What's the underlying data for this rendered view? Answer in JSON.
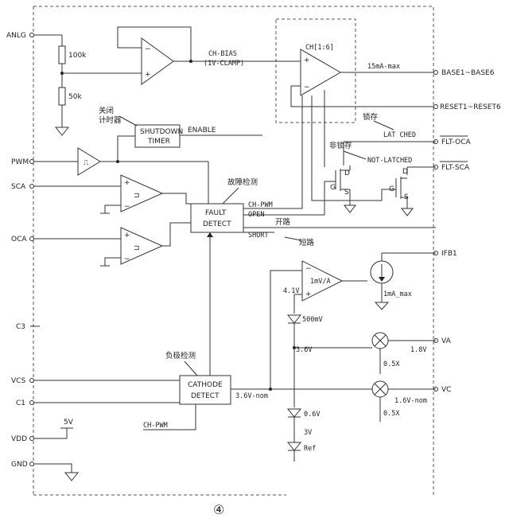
{
  "pins_left": {
    "anlg": "ANLG",
    "pwm": "PWM",
    "sca": "SCA",
    "oca": "OCA",
    "c3": "C3",
    "vcs": "VCS",
    "c1": "C1",
    "vdd": "VDD",
    "gnd": "GND"
  },
  "pins_right": {
    "base": "BASE1~BASE6",
    "reset": "RESET1~RESET6",
    "flt_oca": "FLT-OCA",
    "flt_sca": "FLT-SCA",
    "ifb1": "IFB1",
    "va": "VA",
    "vc": "VC"
  },
  "resistors": {
    "r1": "100k",
    "r2": "50k"
  },
  "ch_bias": {
    "line1": "CH-BIAS",
    "line2": "(1V-CLAMP)"
  },
  "ch_block": {
    "label": "CH[1:6]",
    "current": "15mA-max"
  },
  "latch": {
    "cn": "锁存",
    "en": "LAT CHED"
  },
  "non_latch": {
    "cn": "非锁存",
    "en": "NOT-LATCHED"
  },
  "shutdown": {
    "cn_line1": "关闭",
    "cn_line2": "计时器",
    "line1": "SHUTDOWN",
    "line2": "TIMER",
    "enable": "ENABLE"
  },
  "fault": {
    "cn": "故障检测",
    "line1": "FAULT",
    "line2": "DETECT",
    "ch_pwm": "CH-PWM",
    "open": "OPEN",
    "open_cn": "开路",
    "short": "SHORT",
    "short_cn": "短路"
  },
  "cathode": {
    "cn": "负极检测",
    "line1": "CATHODE",
    "line2": "DETECT",
    "vnom": "3.6V-nom",
    "ch_pwm": "CH-PWM"
  },
  "amp": {
    "label": "1mV/A",
    "imax": "1mA_max"
  },
  "refs": {
    "v41": "4.1V",
    "mv500": "500mV",
    "v36": "3.6V",
    "v06": "0.6V",
    "v3": "3V",
    "ref": "Ref"
  },
  "mults": {
    "va_v": "1.8V",
    "va_k": "0.5X",
    "vc_v": "1.6V-nom",
    "vc_k": "0.5X"
  },
  "vdd_supply": "5V",
  "fet": {
    "d": "D",
    "g": "G",
    "s": "S"
  },
  "page_mark": "④"
}
